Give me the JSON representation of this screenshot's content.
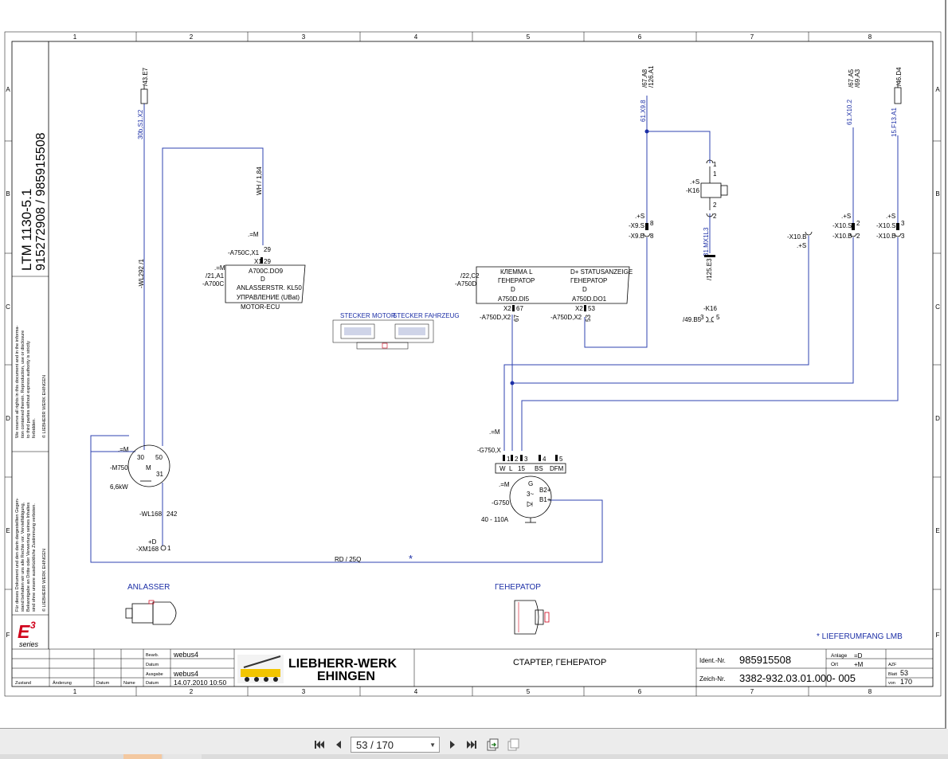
{
  "frame": {
    "columns": [
      "1",
      "2",
      "3",
      "4",
      "5",
      "6",
      "7",
      "8"
    ],
    "rows": [
      "A",
      "B",
      "C",
      "D",
      "E",
      "F"
    ]
  },
  "side_panel": {
    "model": "LTM 1130-5.1",
    "numbers": "915272908  /  985915508",
    "notice_en": [
      "We reserve all rights in this document and in the informa-",
      "tion contained therein. Reproduction, use or disclosure",
      "to third parties without express authority is strictly",
      "forbidden.",
      "© LIEBHERR WERK EHINGEN"
    ],
    "notice_de": [
      "Für dieses Dokument und den darin dargestellten Gegen-",
      "stand behalten wir uns alle Rechte vor. Vervielfältigung,",
      "Bekanntgabe an Dritte oder Verwertung seines Inhaltes",
      "sind ohne unsere ausdrückliche Zustimmung verboten.",
      "© LIEBHERR WERK EHINGEN"
    ],
    "logo_mark": "E",
    "logo_sup": "3",
    "logo_series": "series"
  },
  "schematic": {
    "ref_43e7": "/43.E7",
    "wire_30b": "30b,S1.X2",
    "wire_wl292": "-WL292 /1",
    "motor_eq_m": ".=M",
    "motor_label": "-M750",
    "motor_power": "6,6kW",
    "motor_t30": "30",
    "motor_t50": "50",
    "motor_t31": "31",
    "motor_m": "M",
    "wl168": "-WL168",
    "wl168_num": "242",
    "xm168_d": "+D",
    "xm168": "-XM168",
    "xm168_pin": "1",
    "wh_label": "WH / 1,84",
    "a750c_eq": ".=M",
    "a750c_x1": "-A750C,X1",
    "a750c_pin": "29",
    "a750c_x1b": "X1",
    "a750c_pin2": "29",
    "ecu_eq": ".=M",
    "ecu_ref": "/21,A1",
    "ecu_label": "-A700C",
    "ecu_l1": "A700C.DO9",
    "ecu_l2": "D",
    "ecu_l3": "ANLASSERSTR. KL50",
    "ecu_l4": "УПРАВЛЕНИЕ (UBat)",
    "ecu_name": "MOTOR-ECU",
    "stecker_motor": "STECKER MOTOR",
    "stecker_fahrzeug": "STECKER FAHRZEUG",
    "a750d_ref": "/22,C2",
    "a750d_label": "-A750D",
    "a750d_l1a": "КЛЕММА L",
    "a750d_l2a": "ГЕНЕРАТОР",
    "a750d_l3a": "D",
    "a750d_l4a": "A750D.DI5",
    "a750d_l1b": "D+ STATUSANZEIGE",
    "a750d_l2b": "ГЕНЕРАТОР",
    "a750d_l3b": "D",
    "a750d_l4b": "A750D.DO1",
    "x2_67": "X2",
    "p67": "67",
    "x2_53": "X2",
    "p53": "53",
    "a750dx2_a": "-A750D,X2",
    "p67b": "67",
    "a750dx2_b": "-A750D,X2",
    "p53b": "53",
    "ref_67a8": "/67.A8",
    "ref_126a1": "/126.A1",
    "wire_61x9": "61.X9.8",
    "k16_s": ".+S",
    "k16_label": "-K16",
    "k16_p1": "1",
    "k16_p2": "2",
    "k16_wire": "31.MX1L3",
    "k16_ref": "/125.E3",
    "x9s_s": ".+S",
    "x9s": "-X9.S",
    "x9b": "-X9.B",
    "x9_pin": "8",
    "x9_pinb": "8",
    "k16c_label": "-K16",
    "k16c_ref": "/49.B5",
    "k16c_p3": "3",
    "k16c_p5": "5",
    "x10b_label": "-X10.B",
    "x10b_s": ".+S",
    "ref_67a5": "/67.A5",
    "ref_69a3": "/69.A3",
    "wire_61x10": "61.X10.2",
    "x10s2_s": ".+S",
    "x10s2": "-X10.S",
    "x10b2": "-X10.B",
    "x10_pin2": "2",
    "ref_46d4": "/46.D4",
    "wire_15f13": "15.F13.A1",
    "x10s3_s": ".+S",
    "x10s3": "-X10.S",
    "x10b3": "-X10.B",
    "x10_pin3": "3",
    "g750x_eq": ".=M",
    "g750x": "-G750,X",
    "g750_pins": [
      "1",
      "1",
      "2",
      "3",
      "4",
      "5"
    ],
    "g750_terms": [
      "W",
      "L",
      "15",
      "BS",
      "DFM"
    ],
    "g750_eq": ".=M",
    "g750_label": "-G750",
    "g750_g": "G",
    "g750_3": "3~",
    "g750_b2": "B2+",
    "g750_b1": "B1+",
    "g750_rating": "40 - 110A",
    "rd_wire": "RD / 25Q",
    "star": "*",
    "anlasser": "ANLASSER",
    "generator": "ГЕНЕРАТОР",
    "lieferumfang": "* LIEFERUMFANG LMB"
  },
  "title_block": {
    "bearb_label": "Bearb.",
    "bearb_value": "webus4",
    "datum_label": "Datum",
    "ausgabe_label": "Ausgabe",
    "ausgabe_value": "webus4",
    "datum2_label": "Datum",
    "datum2_value": "14.07.2010  10:50",
    "zustand": "Zustand",
    "aenderung": "Änderung",
    "datum3": "Datum",
    "name": "Name",
    "company_1": "LIEBHERR-WERK",
    "company_2": "EHINGEN",
    "sheet_title": "СТАРТЕР, ГЕНЕРАТОР",
    "ident_label": "Ident.-Nr.",
    "ident_value": "985915508",
    "zeich_label": "Zeich-Nr.",
    "zeich_value": "3382-932.03.01.000- 005",
    "anlage_label": "Anlage",
    "anlage_value": "=D",
    "ort_label": "Ort",
    "ort_value": "+M",
    "azf": "AZF",
    "blatt_label": "Blatt",
    "blatt_value": "53",
    "von_label": "von",
    "von_value": "170"
  },
  "toolbar": {
    "page_value": "53 / 170",
    "first_icon": "first-page-icon",
    "prev_icon": "prev-page-icon",
    "next_icon": "next-page-icon",
    "last_icon": "last-page-icon",
    "colors": {
      "wire": "#2f43b0",
      "toolbar_bg": "#ececec",
      "tab_active": "#f3c8a0",
      "logo_red": "#d0021b"
    }
  }
}
